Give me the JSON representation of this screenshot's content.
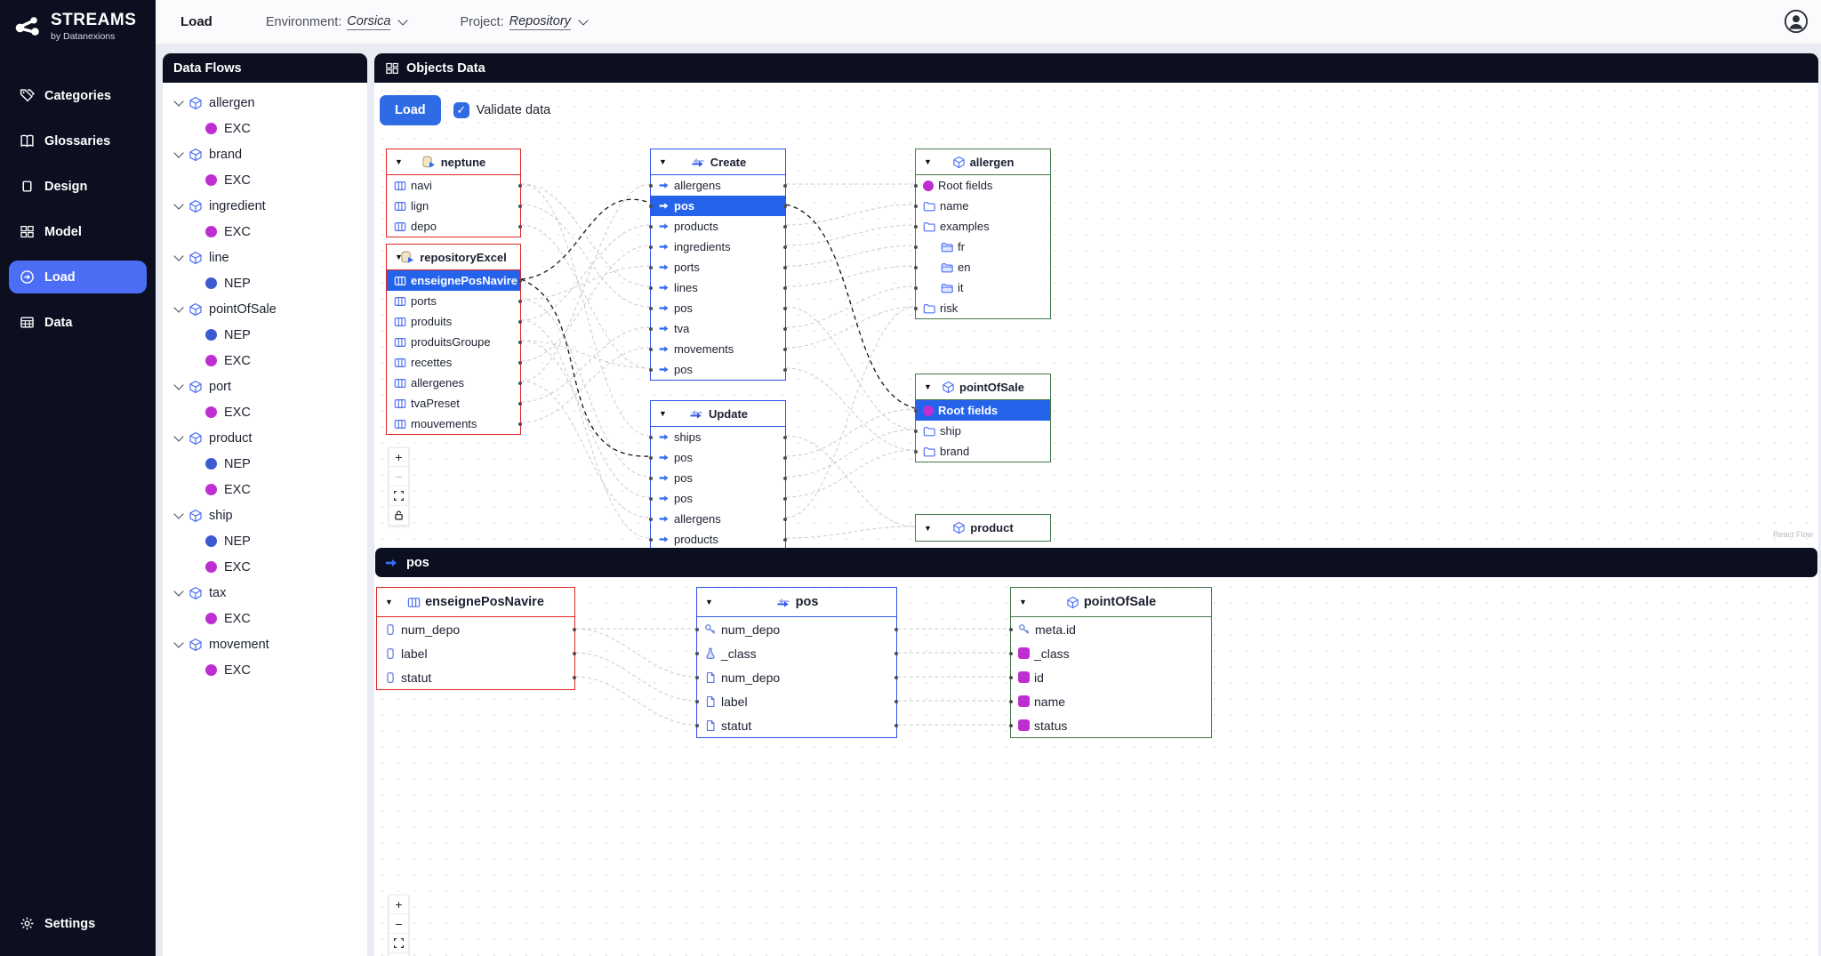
{
  "brand": {
    "name": "STREAMS",
    "subtitle": "by Datanexions"
  },
  "topbar": {
    "page_title": "Load",
    "environment_label": "Environment:",
    "environment_value": "Corsica",
    "project_label": "Project:",
    "project_value": "Repository"
  },
  "sidebar": {
    "items": [
      {
        "label": "Categories",
        "icon": "tags-icon"
      },
      {
        "label": "Glossaries",
        "icon": "book-icon"
      },
      {
        "label": "Design",
        "icon": "square-icon"
      },
      {
        "label": "Model",
        "icon": "model-icon"
      },
      {
        "label": "Load",
        "icon": "load-icon",
        "active": true
      },
      {
        "label": "Data",
        "icon": "data-table-icon"
      }
    ],
    "settings": {
      "label": "Settings",
      "icon": "gear-icon"
    }
  },
  "dataflows": {
    "title": "Data Flows",
    "groups": [
      {
        "label": "allergen",
        "children": [
          {
            "label": "EXC",
            "type": "EXC"
          }
        ]
      },
      {
        "label": "brand",
        "children": [
          {
            "label": "EXC",
            "type": "EXC"
          }
        ]
      },
      {
        "label": "ingredient",
        "children": [
          {
            "label": "EXC",
            "type": "EXC"
          }
        ]
      },
      {
        "label": "line",
        "children": [
          {
            "label": "NEP",
            "type": "NEP"
          }
        ]
      },
      {
        "label": "pointOfSale",
        "children": [
          {
            "label": "NEP",
            "type": "NEP"
          },
          {
            "label": "EXC",
            "type": "EXC"
          }
        ]
      },
      {
        "label": "port",
        "children": [
          {
            "label": "EXC",
            "type": "EXC"
          }
        ]
      },
      {
        "label": "product",
        "children": [
          {
            "label": "NEP",
            "type": "NEP"
          },
          {
            "label": "EXC",
            "type": "EXC"
          }
        ]
      },
      {
        "label": "ship",
        "children": [
          {
            "label": "NEP",
            "type": "NEP"
          },
          {
            "label": "EXC",
            "type": "EXC"
          }
        ]
      },
      {
        "label": "tax",
        "children": [
          {
            "label": "EXC",
            "type": "EXC"
          }
        ]
      },
      {
        "label": "movement",
        "children": [
          {
            "label": "EXC",
            "type": "EXC"
          }
        ]
      }
    ]
  },
  "objects_panel": {
    "title": "Objects Data",
    "load_button": "Load",
    "validate_label": "Validate data",
    "pos_section": "pos",
    "attribution": "React Flow",
    "controls": {
      "zoom_in": "+",
      "zoom_out": "−"
    }
  },
  "nodes": {
    "neptune": {
      "title": "neptune",
      "icon": "database-icon",
      "rows": [
        "navi",
        "lign",
        "depo"
      ]
    },
    "repositoryExcel": {
      "title": "repositoryExcel",
      "icon": "database-icon",
      "rows": [
        "enseignePosNavire",
        "ports",
        "produits",
        "produitsGroupe",
        "recettes",
        "allergenes",
        "tvaPreset",
        "mouvements"
      ],
      "selected_row": "enseignePosNavire"
    },
    "create": {
      "title": "Create",
      "icon": "sync-arrows-icon",
      "rows": [
        "allergens",
        "pos",
        "products",
        "ingredients",
        "ports",
        "lines",
        "pos",
        "tva",
        "movements",
        "pos"
      ],
      "selected_row": "pos"
    },
    "update": {
      "title": "Update",
      "icon": "sync-arrows-icon",
      "rows": [
        "ships",
        "pos",
        "pos",
        "pos",
        "allergens",
        "products"
      ]
    },
    "allergen": {
      "title": "allergen",
      "icon": "cube-icon",
      "rows": [
        "Root fields",
        "name",
        "examples",
        "fr",
        "en",
        "it",
        "risk"
      ]
    },
    "pointOfSale": {
      "title": "pointOfSale",
      "icon": "cube-icon",
      "rows": [
        "Root fields",
        "ship",
        "brand"
      ],
      "selected_row": "Root fields"
    },
    "product": {
      "title": "product",
      "icon": "cube-icon"
    },
    "enseignePosNavire": {
      "title": "enseignePosNavire",
      "icon": "table-icon",
      "rows": [
        "num_depo",
        "label",
        "statut"
      ]
    },
    "pos": {
      "title": "pos",
      "icon": "sync-arrows-icon",
      "rows": [
        "num_depo",
        "_class",
        "num_depo",
        "label",
        "statut"
      ]
    },
    "pointOfSaleDetail": {
      "title": "pointOfSale",
      "icon": "cube-icon",
      "rows": [
        "meta.id",
        "_class",
        "id",
        "name",
        "status"
      ]
    }
  },
  "colors": {
    "accent": "#4c6ef5",
    "selected": "#2563eb",
    "exc": "#bf2ed2",
    "nep": "#3d5bd0",
    "node_red": "#e02424",
    "node_blue": "#2f54eb",
    "node_green": "#44794b"
  }
}
